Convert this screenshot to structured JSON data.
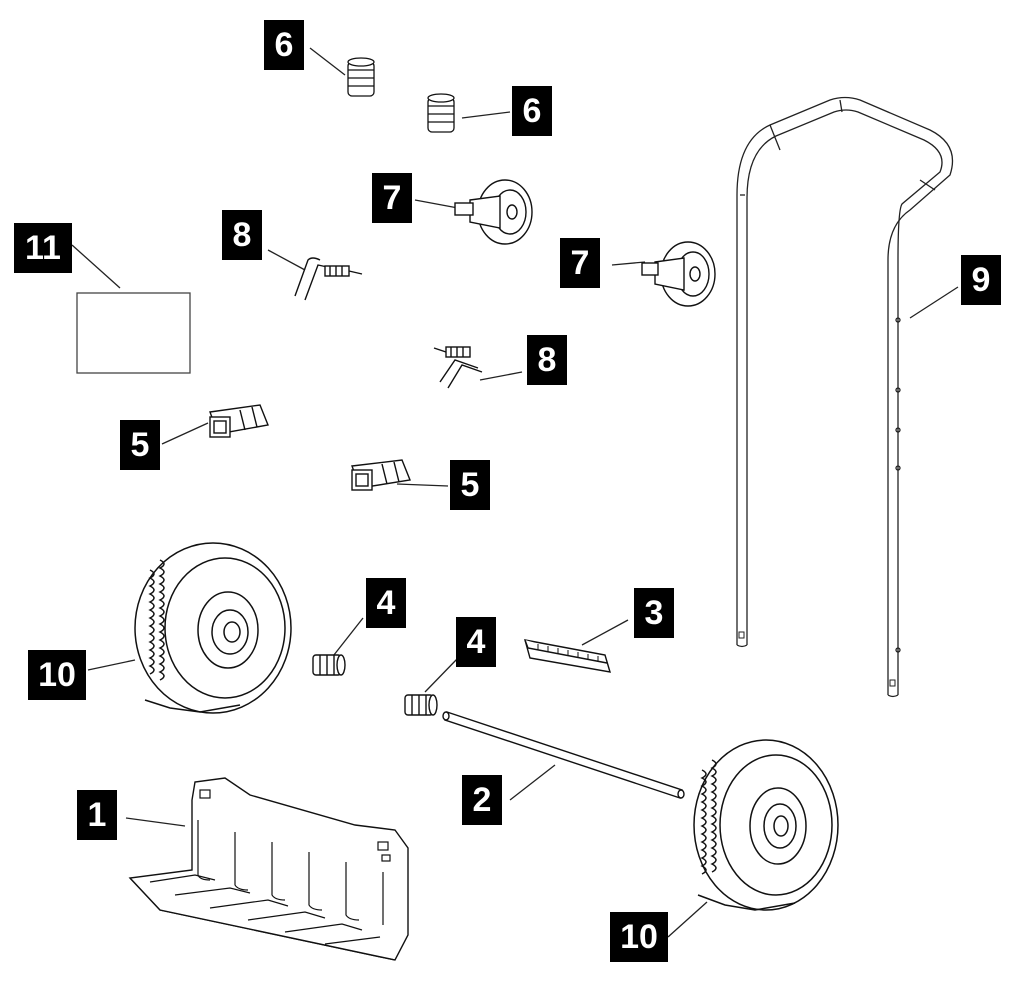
{
  "callouts": {
    "c1": "1",
    "c2": "2",
    "c3": "3",
    "c4a": "4",
    "c4b": "4",
    "c5a": "5",
    "c5b": "5",
    "c6a": "6",
    "c6b": "6",
    "c7a": "7",
    "c7b": "7",
    "c8a": "8",
    "c8b": "8",
    "c9": "9",
    "c10a": "10",
    "c10b": "10",
    "c11": "11"
  }
}
